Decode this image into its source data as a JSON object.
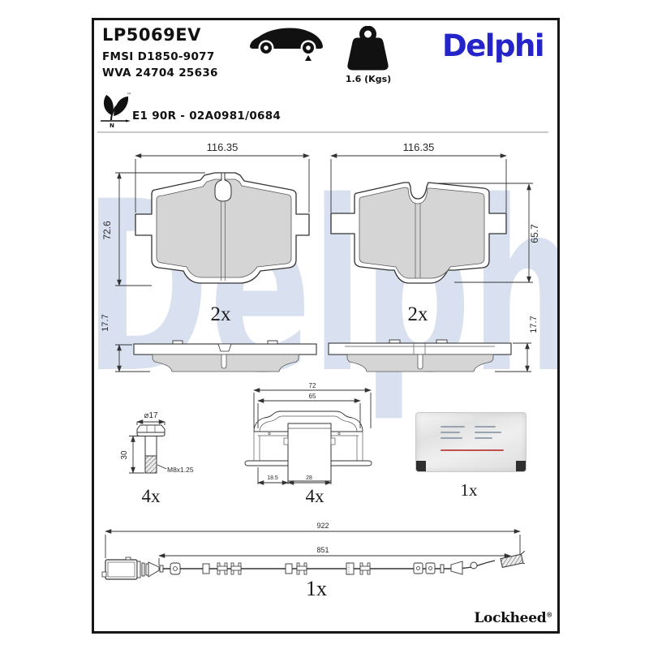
{
  "header": {
    "part_number": "LP5069EV",
    "fmsi": "FMSI D1850-9077",
    "wva": "WVA 24704 25636",
    "weight": "1.6 (Kgs)",
    "brand": "Delphi",
    "eco_mark_letter": "N",
    "eco_trademark": "™",
    "approval": "E1 90R - 02A0981/0684"
  },
  "watermark": "Delphi",
  "drawings": {
    "pad_front_left": {
      "width_dim": "116.35",
      "height_dim": "72.6",
      "qty": "2x"
    },
    "pad_front_right": {
      "width_dim": "116.35",
      "height_dim": "65.7",
      "qty": "2x"
    },
    "pad_side_left": {
      "thickness_dim": "17.7"
    },
    "pad_side_right": {
      "thickness_dim": "17.7"
    },
    "bolt": {
      "diameter_dim": "⌀17",
      "length_dim": "30",
      "thread_label": "M8x1.25",
      "qty": "4x"
    },
    "retainer_clip": {
      "width_dim": "72",
      "inner_width_dim": "65",
      "offset_dim": "18.5",
      "center_dim": "28",
      "qty": "4x"
    },
    "grease_sachet": {
      "qty": "1x"
    },
    "wear_sensor": {
      "overall_length_dim": "922",
      "lead_length_dim": "851",
      "qty": "1x"
    }
  },
  "footer": {
    "brand": "Lockheed",
    "registered_mark": "®"
  },
  "colors": {
    "brand_blue": "#2424c8",
    "watermark_blue": "#d9e1f0",
    "friction_gray": "#d5d5d5",
    "line_dark": "#333333"
  }
}
